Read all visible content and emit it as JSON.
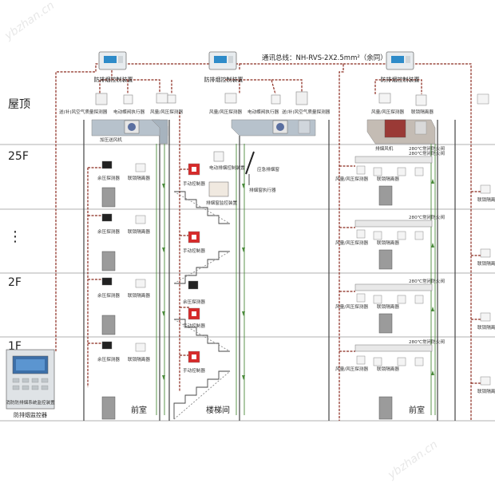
{
  "bus_label": "通讯总线：NH-RVS-2X2.5mm²（余同）",
  "watermark": "ybzhan.cn",
  "floors": {
    "roof": "屋顶",
    "f25": "25F",
    "dots": "⋮",
    "f2": "2F",
    "f1": "1F"
  },
  "controllers": {
    "left": "防排烟控制装置",
    "middle": "防排烟控制装置",
    "right": "防排烟控制装置"
  },
  "roof_labels": {
    "l1": "送(补)风空气质量探测器",
    "l2": "电动蝶阀执行器",
    "l3": "风量/风压探测器",
    "m1": "风量/风压探测器",
    "m2": "电动蝶阀执行器",
    "m3": "送(补)风空气质量探测器",
    "r1": "风量/风压探测器",
    "r2": "联锁隔离器"
  },
  "fans": {
    "supply": "加压送风机",
    "exhaust": "排烟风机"
  },
  "lobby": {
    "pressure": "余压探测器",
    "isolator": "联锁隔离器",
    "name": "前室"
  },
  "stair": {
    "manual": "手动控制器",
    "top_box": "电动排烟控制装置",
    "exhaust_panel": "排烟窗监控装置",
    "window": "应急排烟窗",
    "window_exec": "排烟窗执行器",
    "name": "楼梯间"
  },
  "corridor": {
    "damper_top": "280℃常闭防火阀",
    "damper_roof": "280℃常闭防火阀",
    "detector": "风量/风压探测器",
    "isolator": "联锁隔离器",
    "name": "前室"
  },
  "monitor": {
    "name": "防排烟监控器",
    "subtitle": "消防防排烟系统监控装置"
  }
}
